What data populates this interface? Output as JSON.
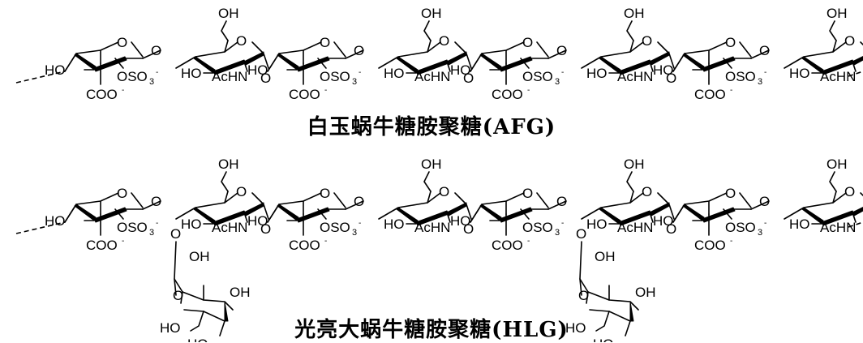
{
  "figure": {
    "captions": {
      "afg": "白玉蜗牛糖胺聚糖(AFG)",
      "hlg": "光亮大蜗牛糖胺聚糖(HLG)"
    },
    "labels": {
      "ring_oxygen": "O",
      "linkage_oxygen": "O",
      "hydroxyl_left": "HO",
      "hydroxyl_right": "OH",
      "carboxylate": "COO",
      "carboxylate_charge": "-",
      "sulfate_prefix": "OSO",
      "sulfate_subscript": "3",
      "sulfate_charge": "-",
      "acetamido": "AcHN"
    },
    "chains": [
      {
        "name": "AFG",
        "units": [
          {
            "type": "IdoA2S",
            "branch": false
          },
          {
            "type": "GlcNAc",
            "branch": false
          },
          {
            "type": "IdoA2S",
            "branch": false
          },
          {
            "type": "GlcNAc",
            "branch": false
          },
          {
            "type": "IdoA2S",
            "branch": false
          },
          {
            "type": "GlcNAc",
            "branch": false
          },
          {
            "type": "IdoA2S",
            "branch": false
          },
          {
            "type": "GlcNAc",
            "branch": false
          }
        ]
      },
      {
        "name": "HLG",
        "units": [
          {
            "type": "IdoA2S",
            "branch": false
          },
          {
            "type": "GlcNAc",
            "branch": true
          },
          {
            "type": "IdoA2S",
            "branch": false
          },
          {
            "type": "GlcNAc",
            "branch": false
          },
          {
            "type": "IdoA2S",
            "branch": false
          },
          {
            "type": "GlcNAc",
            "branch": true
          },
          {
            "type": "IdoA2S",
            "branch": false
          },
          {
            "type": "GlcNAc",
            "branch": false
          }
        ]
      }
    ]
  }
}
